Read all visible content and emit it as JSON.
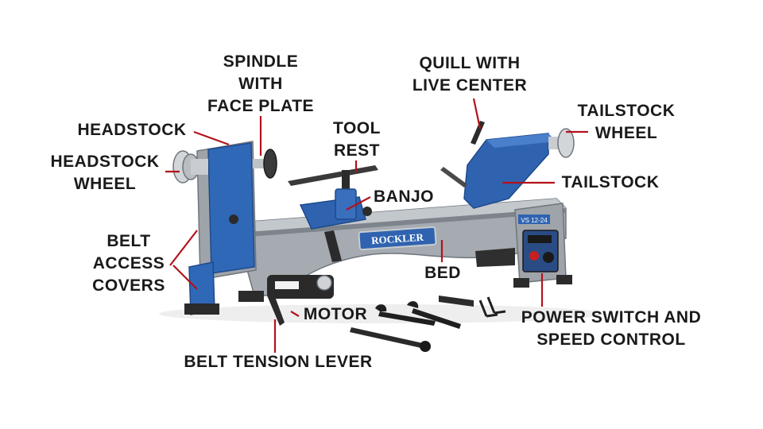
{
  "labels": {
    "spindle": [
      "SPINDLE",
      "WITH",
      "FACE PLATE"
    ],
    "quill": [
      "QUILL WITH",
      "LIVE CENTER"
    ],
    "tailstock_wheel": [
      "TAILSTOCK",
      "WHEEL"
    ],
    "headstock": [
      "HEADSTOCK"
    ],
    "headstock_wheel": [
      "HEADSTOCK",
      "WHEEL"
    ],
    "tool_rest": [
      "TOOL",
      "REST"
    ],
    "banjo": [
      "BANJO"
    ],
    "tailstock": [
      "TAILSTOCK"
    ],
    "belt_access": [
      "BELT",
      "ACCESS",
      "COVERS"
    ],
    "bed": [
      "BED"
    ],
    "motor": [
      "MOTOR"
    ],
    "power": [
      "POWER SWITCH AND",
      "SPEED CONTROL"
    ],
    "belt_tension": [
      "BELT TENSION LEVER"
    ]
  },
  "brand_plate": "ROCKLER",
  "model_plate": "VS 12-24",
  "colors": {
    "body_blue": "#2f63b0",
    "bed_gray": "#9aa0a6",
    "leader_red": "#b3121b",
    "steel": "#c9ccd0",
    "dark": "#1c1c1c"
  }
}
